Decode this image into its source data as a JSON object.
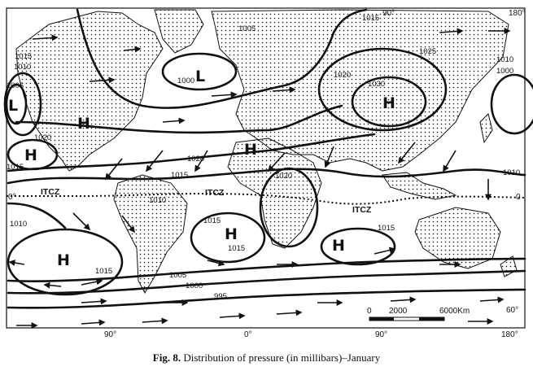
{
  "caption": {
    "figure_label": "Fig. 8.",
    "text": "Distribution of pressure (in millibars)–January"
  },
  "pressure_centres": {
    "high": "H",
    "low": "L"
  },
  "isobar_labels": [
    "1005",
    "1015",
    "1025",
    "1020",
    "1030",
    "1010",
    "1000",
    "1005",
    "1015",
    "1010",
    "1015",
    "1020",
    "1020",
    "1015",
    "1010",
    "1010",
    "1020",
    "1015",
    "1015",
    "1015",
    "1005",
    "1000",
    "995",
    "1010",
    "1015",
    "1000"
  ],
  "itcz_label": "ITCZ",
  "latitude_labels": {
    "equator": "0°",
    "equator_right": "0",
    "south": "60°"
  },
  "longitude_labels_top": [
    "90°",
    "180°"
  ],
  "longitude_labels_bottom": [
    "90°",
    "0°",
    "90°",
    "180°"
  ],
  "scale_bar": {
    "ticks": [
      "0",
      "2000",
      "6000Km"
    ]
  },
  "colors": {
    "ink": "#111111",
    "background": "#ffffff"
  }
}
